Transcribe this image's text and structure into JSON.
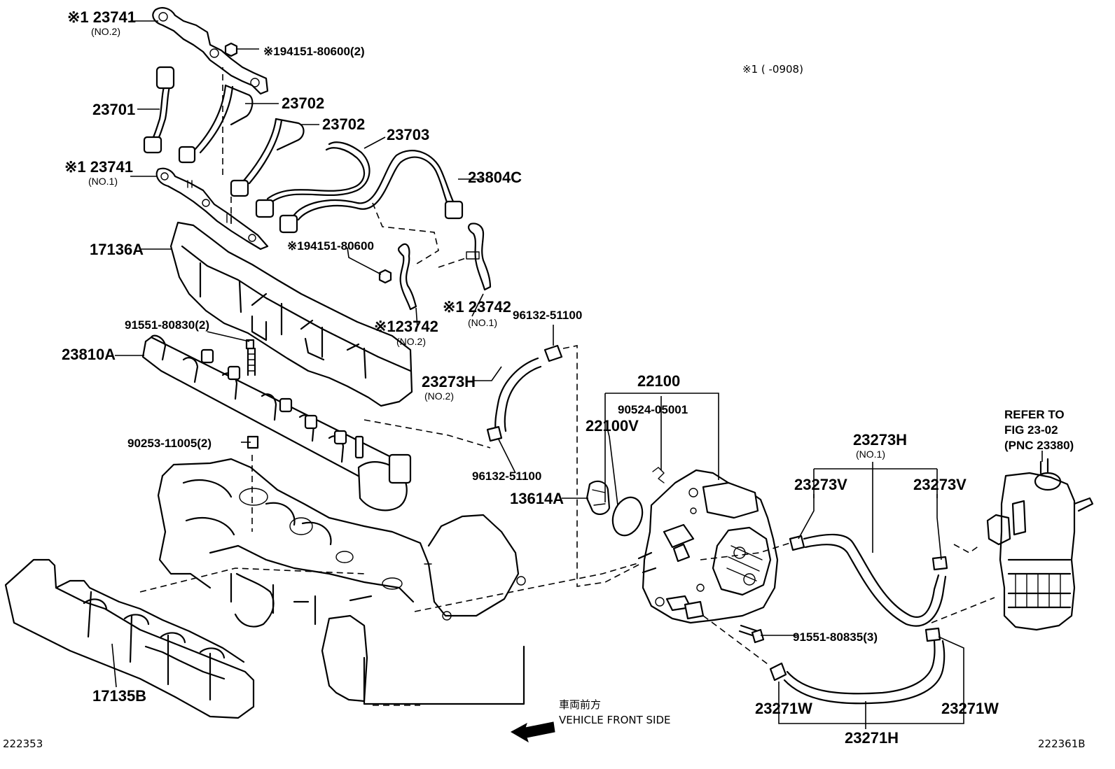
{
  "note_top_right": "※1 (      -0908)",
  "footer": {
    "left_id": "222353",
    "right_id": "222361B"
  },
  "front_label": {
    "jp": "車両前方",
    "en": "VEHICLE FRONT SIDE"
  },
  "labels": {
    "p23741_no2": "※1 23741",
    "p23741_no2_sub": "(NO.2)",
    "p194151_2": "※194151-80600(2)",
    "p23701": "23701",
    "p23702_a": "23702",
    "p23702_b": "23702",
    "p23703": "23703",
    "p23804c": "23804C",
    "p23741_no1": "※1 23741",
    "p23741_no1_sub": "(NO.1)",
    "p17136a": "17136A",
    "p194151": "※194151-80600",
    "p23742_no1": "※1 23742",
    "p23742_no1_sub": "(NO.1)",
    "p23742_no2": "※123742",
    "p23742_no2_sub": "(NO.2)",
    "p96132_top": "96132-51100",
    "p91551_80830": "91551-80830(2)",
    "p23810a": "23810A",
    "p23273h_no2": "23273H",
    "p23273h_no2_sub": "(NO.2)",
    "p22100": "22100",
    "p90524": "90524-05001",
    "p22100v": "22100V",
    "p90253": "90253-11005(2)",
    "p96132_bot": "96132-51100",
    "p13614a": "13614A",
    "p23273h_no1": "23273H",
    "p23273h_no1_sub": "(NO.1)",
    "p23273v_l": "23273V",
    "p23273v_r": "23273V",
    "refer_1": "REFER TO",
    "refer_2": "FIG 23-02",
    "refer_3": "(PNC 23380)",
    "p91551_80835": "91551-80835(3)",
    "p23271w_l": "23271W",
    "p23271w_r": "23271W",
    "p23271h": "23271H",
    "p17135b": "17135B"
  }
}
